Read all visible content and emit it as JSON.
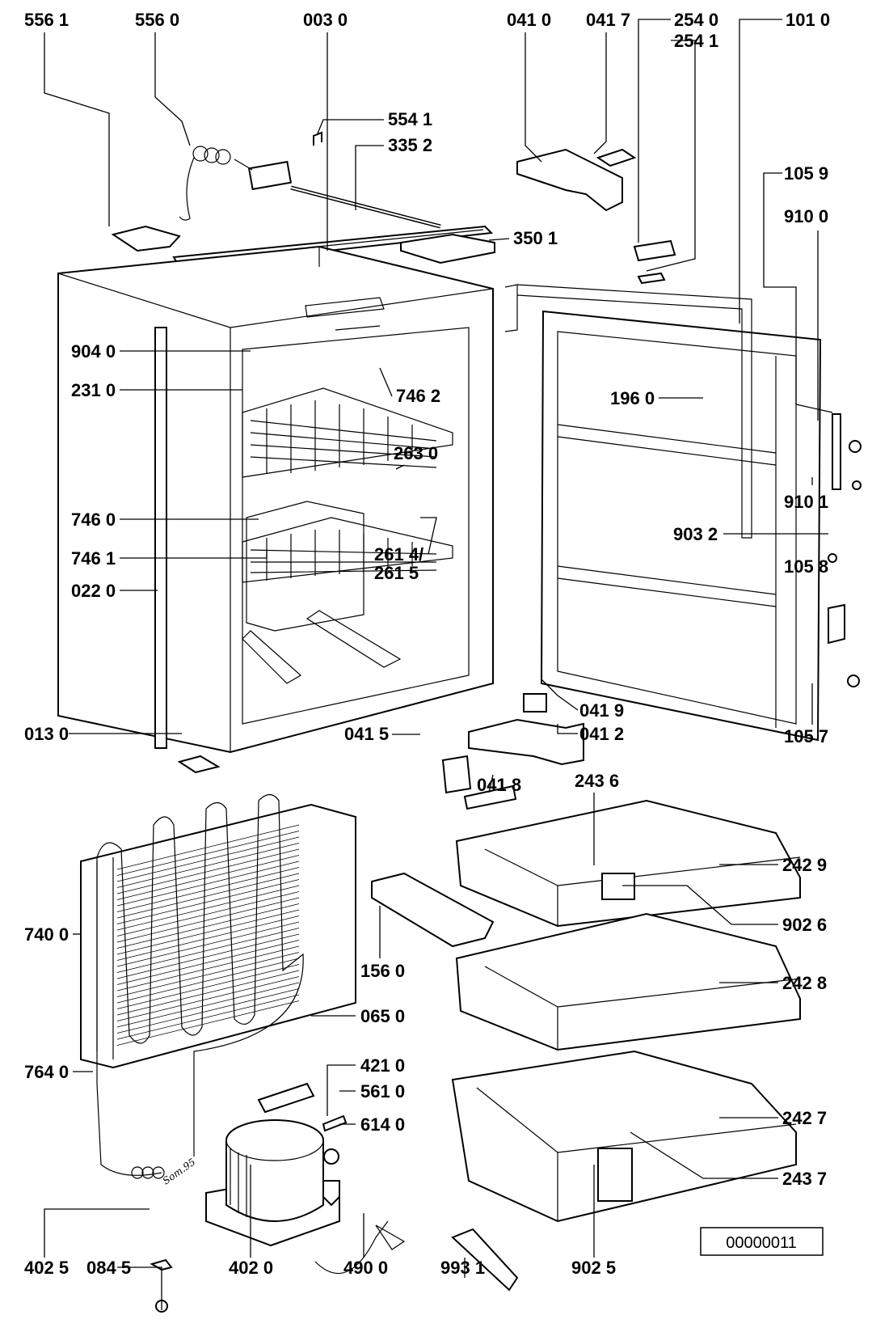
{
  "labels": [
    "556 1",
    "556 0",
    "003 0",
    "041 0",
    "041 7",
    "254 0",
    "254 1",
    "101 0",
    "554 1",
    "335 2",
    "350 1",
    "105 9",
    "910 0",
    "904 0",
    "231 0",
    "746 2",
    "196 0",
    "263 0",
    "910 1",
    "746 0",
    "903 2",
    "261 4/",
    "261 5",
    "746 1",
    "105 8",
    "022 0",
    "041 9",
    "013 0",
    "041 5",
    "041 2",
    "105 7",
    "041 8",
    "243 6",
    "242 9",
    "902 6",
    "740 0",
    "156 0",
    "242 8",
    "065 0",
    "421 0",
    "764 0",
    "561 0",
    "614 0",
    "242 7",
    "243 7",
    "402 5",
    "084 5",
    "402 0",
    "490 0",
    "993 1",
    "902 5"
  ],
  "handwritten_note": "Som.95",
  "drawing_code": "00000011"
}
